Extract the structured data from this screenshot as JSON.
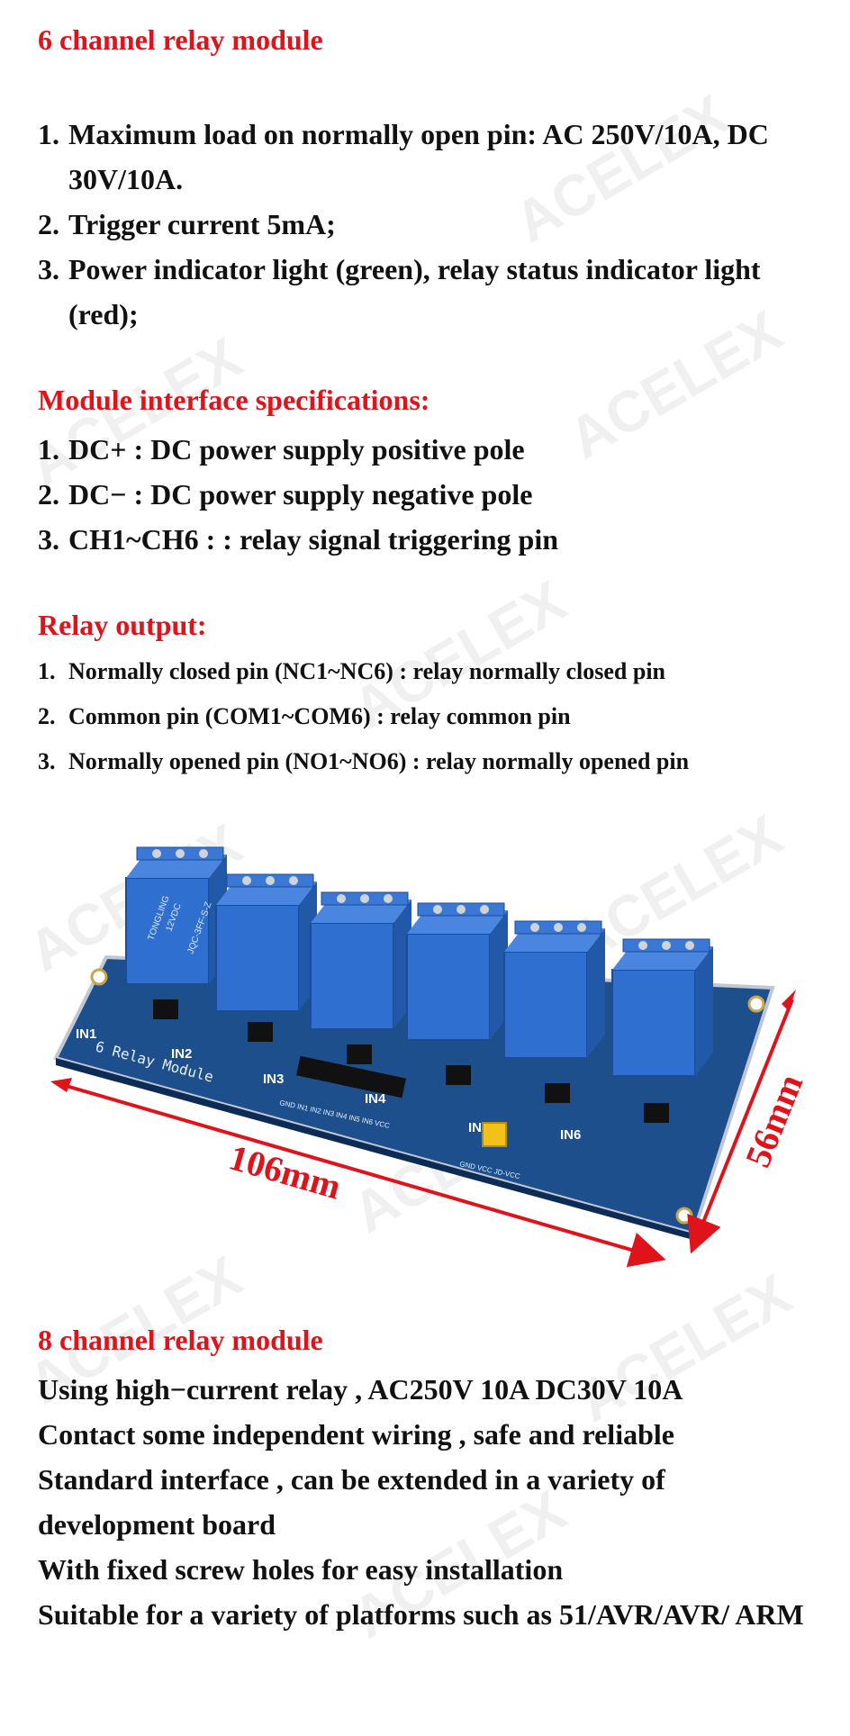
{
  "watermark": "ACELEX",
  "section1": {
    "title": "6 channel relay module",
    "items": [
      {
        "num": "1.",
        "text": "Maximum load on normally open pin: AC 250V/10A, DC 30V/10A."
      },
      {
        "num": "2.",
        "text": "Trigger current 5mA;"
      },
      {
        "num": "3.",
        "text": "Power indicator light (green), relay status indicator light (red);"
      }
    ]
  },
  "section2": {
    "title": "Module interface specifications:",
    "items": [
      {
        "num": "1.",
        "text": "DC+ : DC power supply positive pole"
      },
      {
        "num": "2.",
        "text": "DC− : DC power supply negative pole"
      },
      {
        "num": "3.",
        "text": "CH1~CH6 : : relay signal triggering pin"
      }
    ]
  },
  "section3": {
    "title": "Relay output:",
    "items": [
      {
        "num": "1.",
        "text": "Normally closed pin (NC1~NC6) : relay normally closed pin"
      },
      {
        "num": "2.",
        "text": "Common pin (COM1~COM6) : relay common pin"
      },
      {
        "num": "3.",
        "text": "Normally opened pin (NO1~NO6) : relay normally opened pin"
      }
    ]
  },
  "figure": {
    "width_label": "106mm",
    "height_label": "56mm",
    "board_label": "6 Relay Module",
    "relay_brand": "TONGLING",
    "relay_voltage": "12VDC",
    "relay_model": "JQC-3FF-S-Z",
    "input_labels": [
      "IN1",
      "IN2",
      "IN3",
      "IN4",
      "IN5",
      "IN6"
    ],
    "header_pins": "GND IN1 IN2 IN3 IN4 IN5 IN6 VCC",
    "jumper_pins": "GND VCC JD-VCC",
    "colors": {
      "board": "#1d4f8c",
      "relay": "#2f6fcf",
      "accent": "#e0131b",
      "jumper": "#f2c21b"
    }
  },
  "section4": {
    "title": "8 channel relay module",
    "lines": [
      "Using high−current relay , AC250V 10A DC30V 10A",
      "Contact some independent wiring , safe and reliable",
      "Standard interface , can be extended in a variety of development board",
      "With fixed screw holes for easy installation",
      "Suitable for a variety of platforms such as 51/AVR/AVR/ ARM"
    ]
  }
}
